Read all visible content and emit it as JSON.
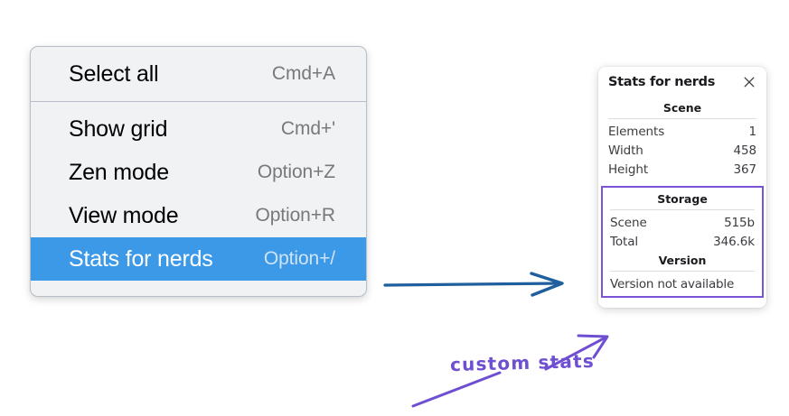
{
  "colors": {
    "menu_bg": "#f1f2f4",
    "menu_border": "#b9bfc7",
    "menu_selected": "#3b99e8",
    "annotation_blue": "#1f5f9e",
    "annotation_purple": "#6f4fd1",
    "highlight_purple": "#7b54d6",
    "panel_bg": "#ffffff",
    "page_bg": "#ffffff"
  },
  "context_menu": {
    "name": "context-menu",
    "groups": [
      {
        "items": [
          {
            "label": "Select all",
            "shortcut": "Cmd+A",
            "selected": false
          }
        ]
      },
      {
        "items": [
          {
            "label": "Show grid",
            "shortcut": "Cmd+'",
            "selected": false
          },
          {
            "label": "Zen mode",
            "shortcut": "Option+Z",
            "selected": false
          },
          {
            "label": "View mode",
            "shortcut": "Option+R",
            "selected": false
          },
          {
            "label": "Stats for nerds",
            "shortcut": "Option+/",
            "selected": true
          }
        ]
      }
    ]
  },
  "stats_panel": {
    "title": "Stats for nerds",
    "close_icon": "close-icon",
    "scene": {
      "heading": "Scene",
      "rows": [
        {
          "label": "Elements",
          "value": "1"
        },
        {
          "label": "Width",
          "value": "458"
        },
        {
          "label": "Height",
          "value": "367"
        }
      ]
    },
    "storage": {
      "heading": "Storage",
      "rows": [
        {
          "label": "Scene",
          "value": "515b"
        },
        {
          "label": "Total",
          "value": "346.6k"
        }
      ]
    },
    "version": {
      "heading": "Version",
      "text": "Version not available"
    }
  },
  "annotations": {
    "blue_arrow": "arrow-pointing-right",
    "purple_arrow": "arrow-pointing-to-custom-stats",
    "purple_underline": "underline-stroke",
    "handwritten_note": "custom stats"
  }
}
